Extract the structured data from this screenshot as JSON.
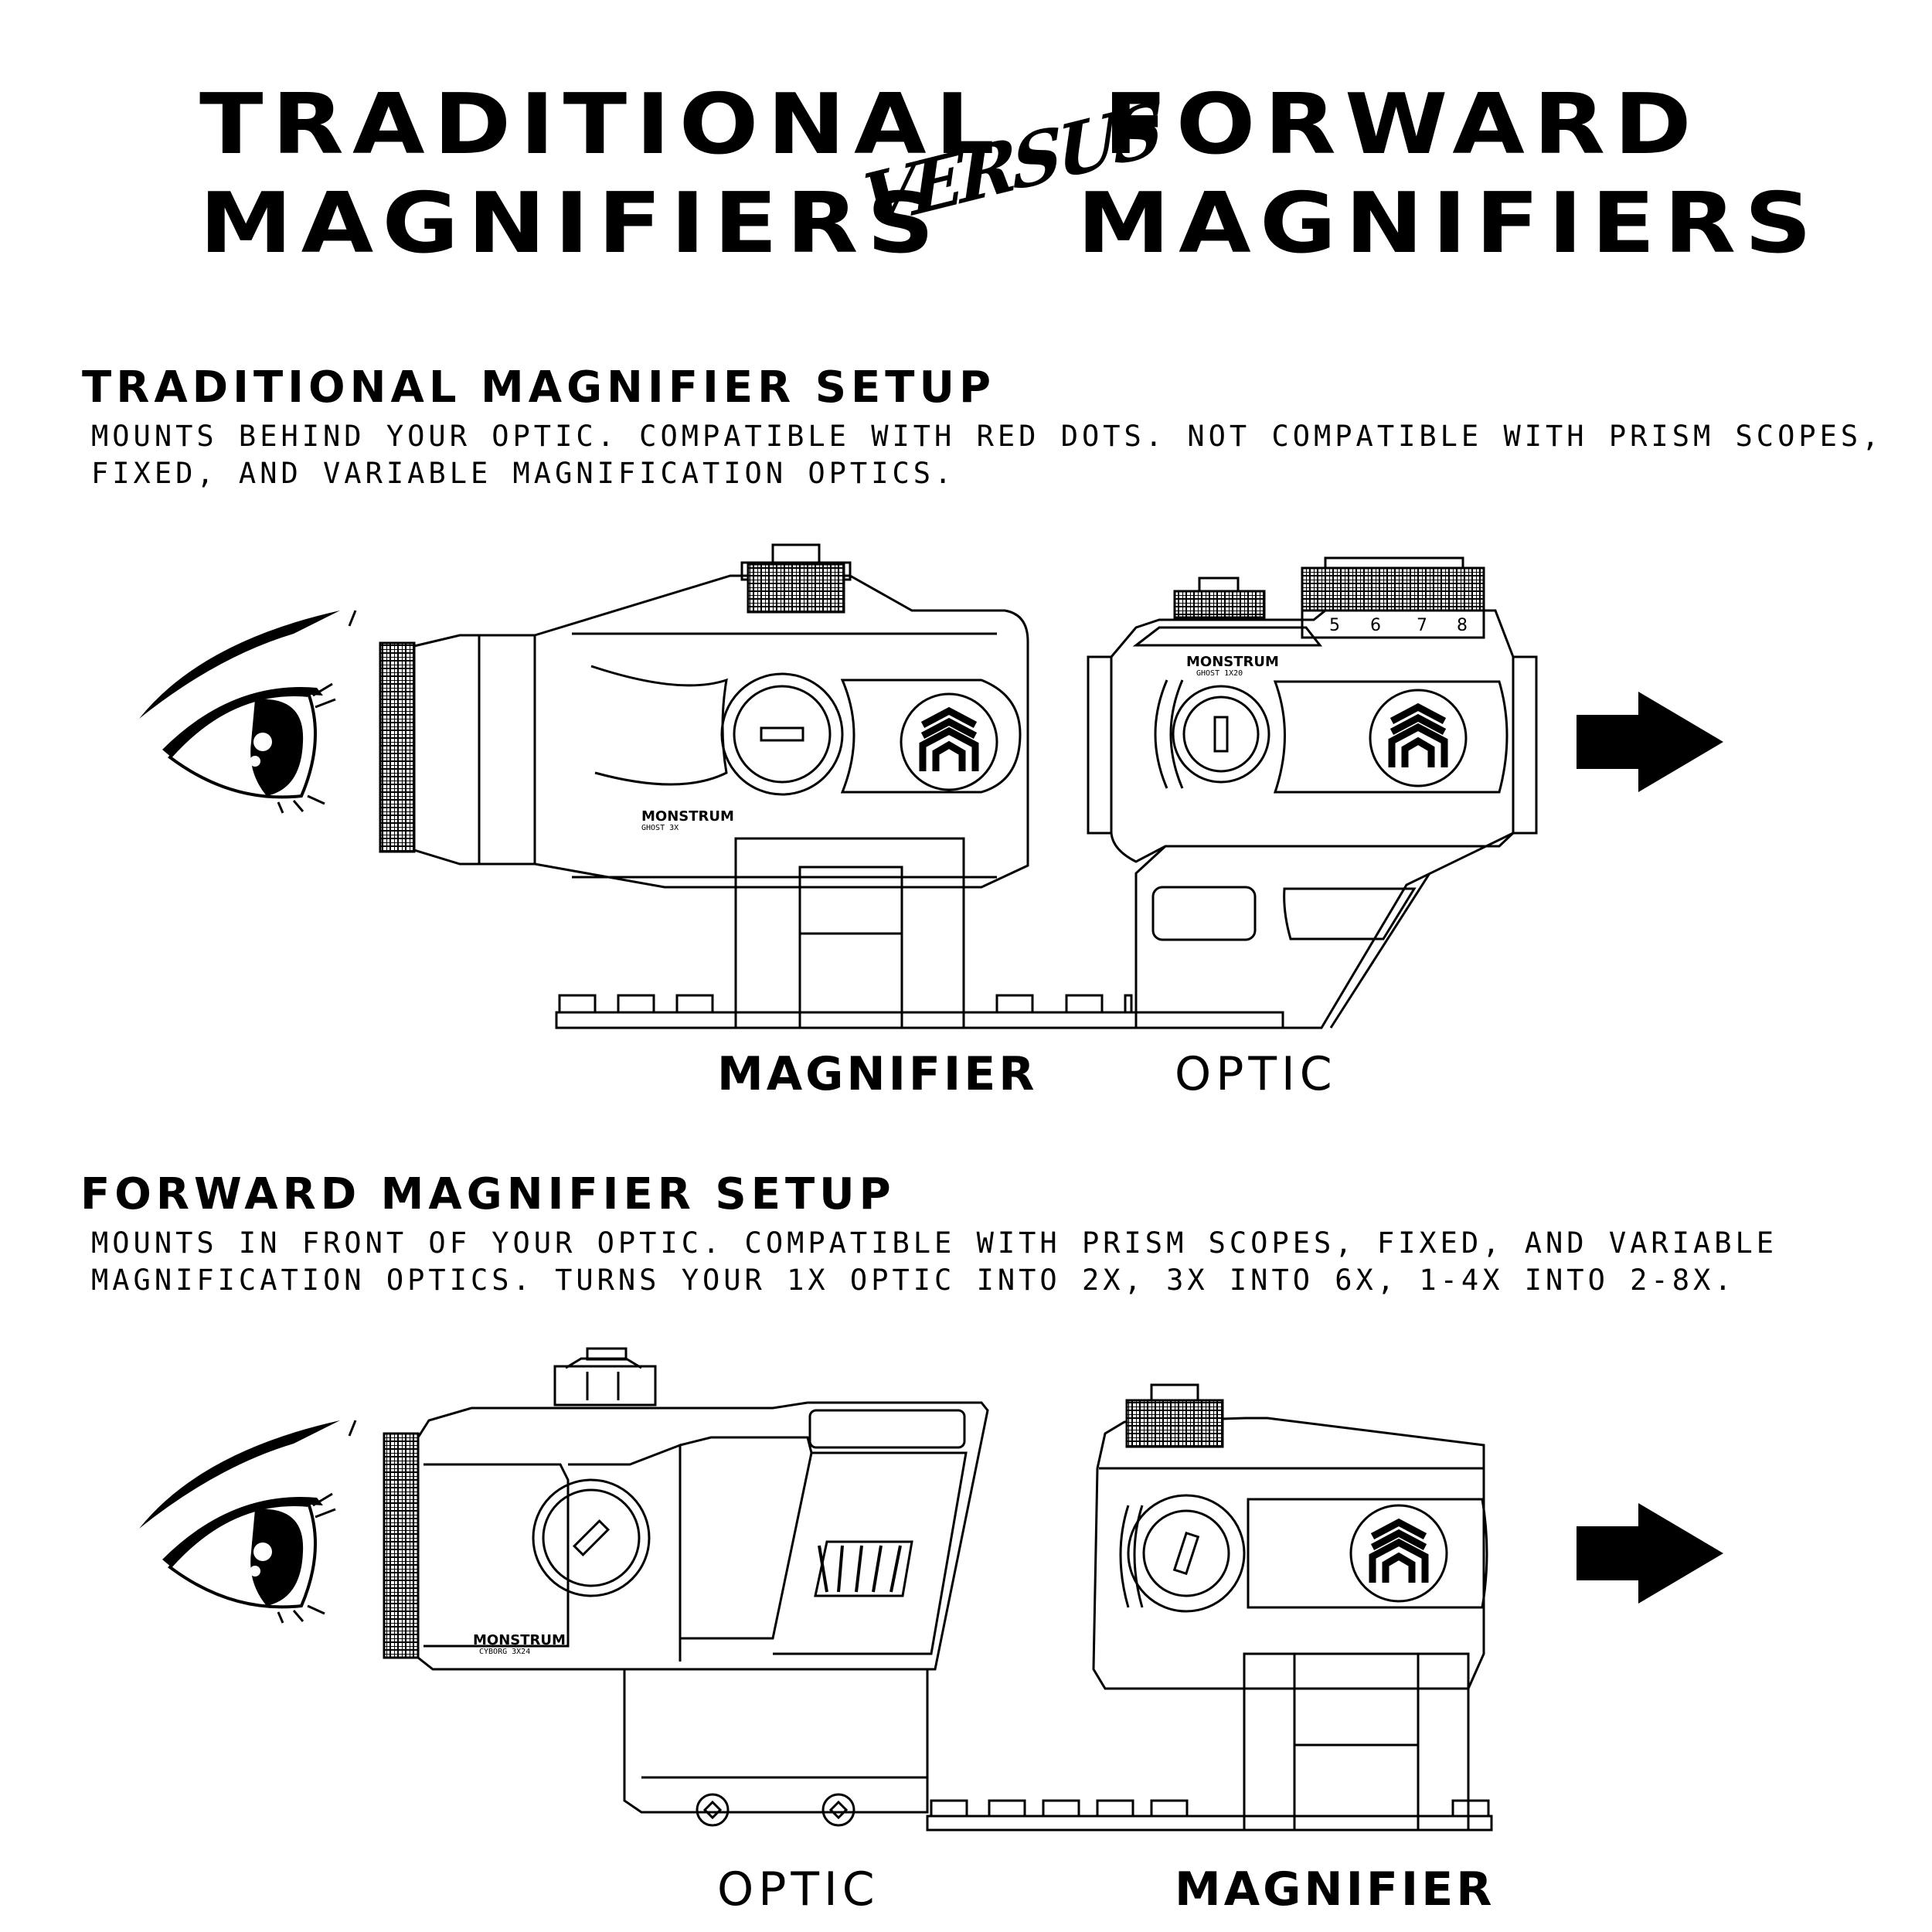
{
  "header": {
    "left_line1": "TRADITIONAL",
    "left_line2": "MAGNIFIERS",
    "versus": "VERSUS",
    "right_line1": "FORWARD",
    "right_line2": "MAGNIFIERS"
  },
  "section1": {
    "title": "TRADITIONAL MAGNIFIER SETUP",
    "desc_line1": "MOUNTS BEHIND YOUR OPTIC. COMPATIBLE WITH RED DOTS. NOT COMPATIBLE WITH PRISM SCOPES,",
    "desc_line2": "FIXED, AND VARIABLE MAGNIFICATION OPTICS.",
    "label_magnifier": "MAGNIFIER",
    "label_optic": "OPTIC",
    "magnifier_brand": "MONSTRUM",
    "magnifier_model": "GHOST 3X",
    "optic_brand": "MONSTRUM",
    "optic_model": "GHOST 1X20",
    "dial_numbers": [
      "5",
      "6",
      "7",
      "8"
    ]
  },
  "section2": {
    "title": "FORWARD MAGNIFIER SETUP",
    "desc_line1": "MOUNTS IN FRONT OF YOUR OPTIC. COMPATIBLE WITH PRISM SCOPES, FIXED, AND VARIABLE",
    "desc_line2": "MAGNIFICATION OPTICS. TURNS YOUR 1X OPTIC INTO 2X, 3X INTO 6X, 1-4X INTO 2-8X.",
    "label_optic": "OPTIC",
    "label_magnifier": "MAGNIFIER",
    "optic_brand": "MONSTRUM",
    "optic_model": "CYBORG 3X24"
  },
  "icons": {
    "eye": "eye-icon",
    "arrow": "arrow-right-icon",
    "logo": "monstrum-logo-icon"
  }
}
